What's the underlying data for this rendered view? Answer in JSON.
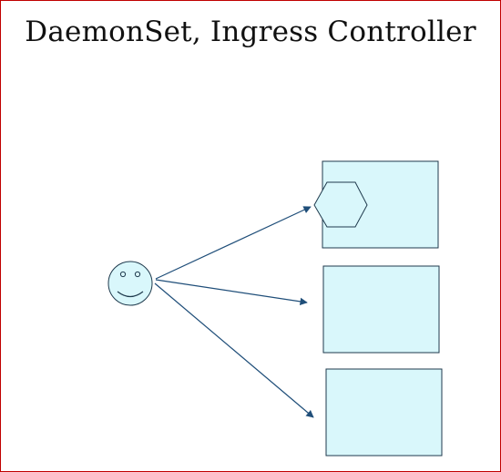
{
  "slide": {
    "title": "DaemonSet, Ingress Controller"
  },
  "colors": {
    "frame_border": "#c00000",
    "node_fill": "#d9f7fb",
    "node_stroke": "#1f3a4d",
    "arrow": "#1f4e79"
  },
  "diagram": {
    "user": {
      "icon": "smiley-face-icon"
    },
    "nodes": [
      {
        "id": "node-1",
        "has_pod": true,
        "pod_icon": "hexagon-icon"
      },
      {
        "id": "node-2",
        "has_pod": false
      },
      {
        "id": "node-3",
        "has_pod": false
      }
    ],
    "edges": [
      {
        "from": "user",
        "to": "node-1"
      },
      {
        "from": "user",
        "to": "node-2"
      },
      {
        "from": "user",
        "to": "node-3"
      }
    ]
  }
}
